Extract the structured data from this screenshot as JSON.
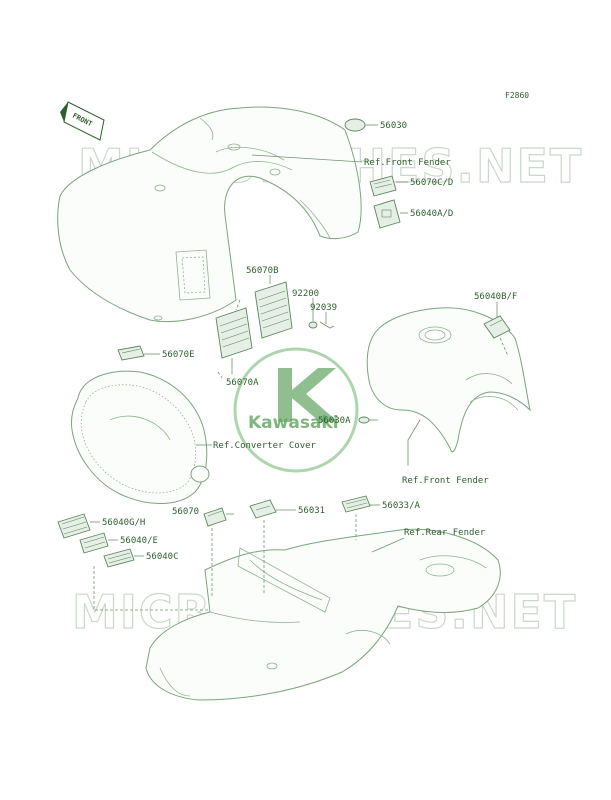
{
  "figure_id": "F2860",
  "front_tag": "FRONT",
  "logo_text": "Kawasaki",
  "watermark": "MICROFICHES.NET",
  "parts": [
    {
      "number": "56030"
    },
    {
      "number": "Ref.Front Fender"
    },
    {
      "number": "56070C/D"
    },
    {
      "number": "56040A/D"
    },
    {
      "number": "56070B"
    },
    {
      "number": "92200"
    },
    {
      "number": "92039"
    },
    {
      "number": "56040B/F"
    },
    {
      "number": "56070E"
    },
    {
      "number": "56070A"
    },
    {
      "number": "56030A"
    },
    {
      "number": "Ref.Converter Cover"
    },
    {
      "number": "Ref.Front Fender"
    },
    {
      "number": "56070"
    },
    {
      "number": "56031"
    },
    {
      "number": "56033/A"
    },
    {
      "number": "56040G/H"
    },
    {
      "number": "56040/E"
    },
    {
      "number": "56040C"
    },
    {
      "number": "Ref.Rear Fender"
    }
  ],
  "colors": {
    "line": "#6f956f",
    "text": "#2f5f2f",
    "logo": "#4f9a4f"
  }
}
